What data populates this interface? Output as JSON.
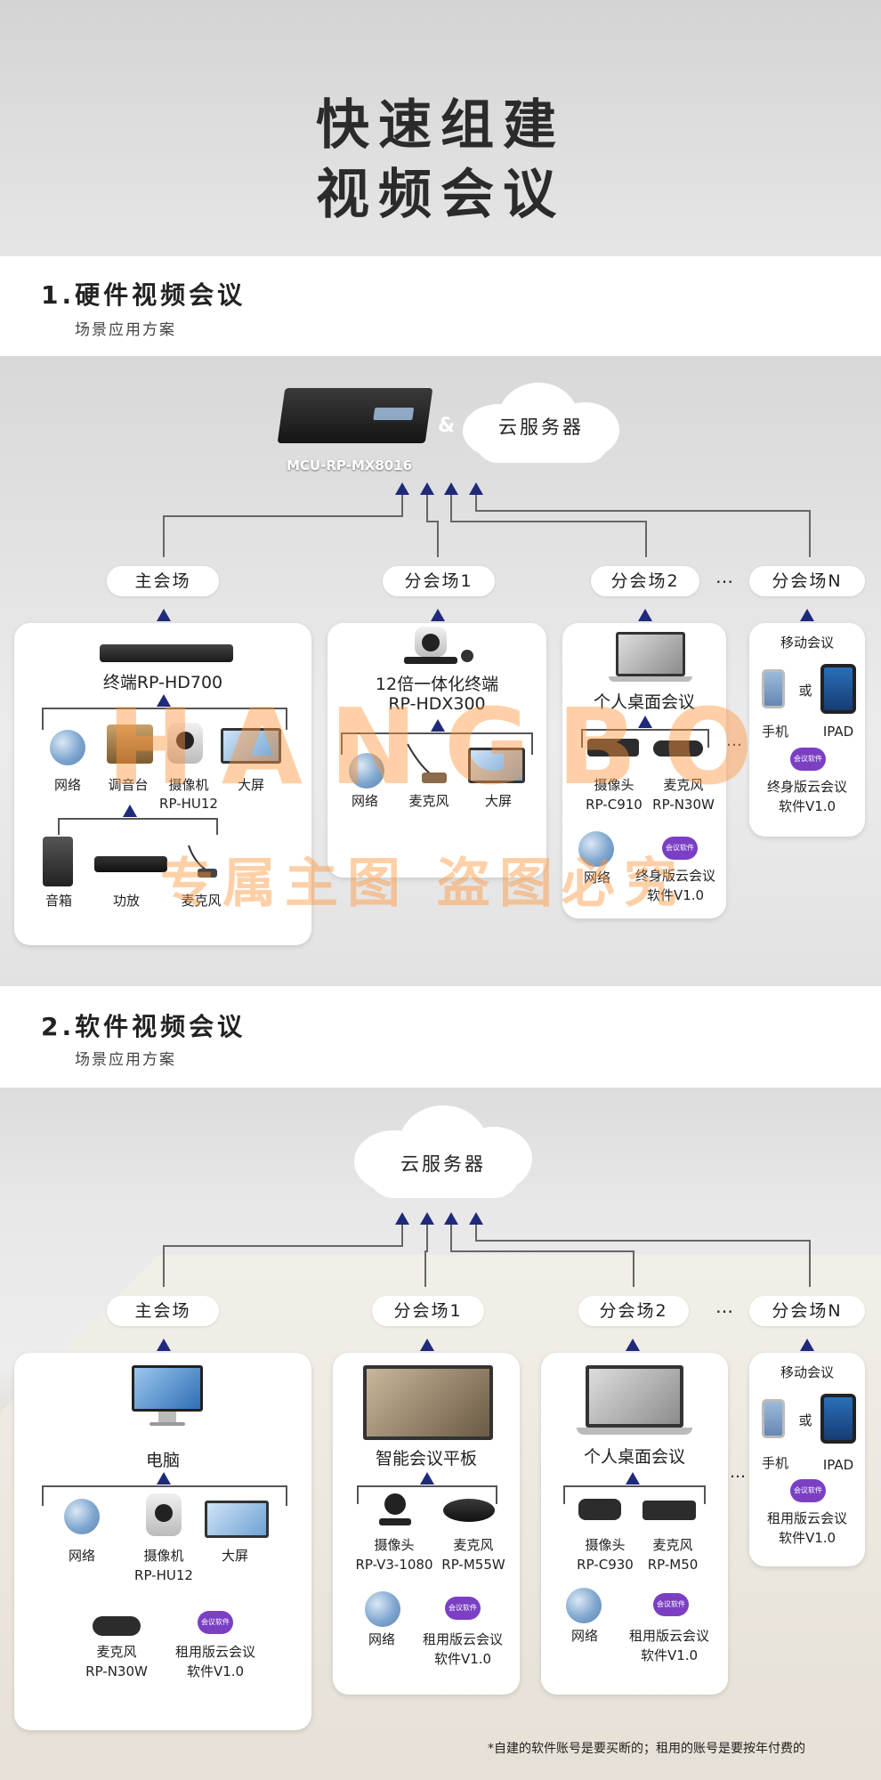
{
  "hero": {
    "title_line1": "快速组建",
    "title_line2": "视频会议"
  },
  "section1": {
    "title": "1.硬件视频会议",
    "subtitle": "场景应用方案",
    "mcu_label": "MCU-RP-MX8016",
    "amp": "&",
    "cloud_label": "云服务器",
    "sites": {
      "main": "主会场",
      "branch1": "分会场1",
      "branch2": "分会场2",
      "ellipsis": "…",
      "branchN": "分会场N"
    },
    "main_card": {
      "terminal": "终端RP-HD700",
      "devices_row1": [
        "网络",
        "调音台",
        "摄像机",
        "大屏"
      ],
      "camera_model": "RP-HU12",
      "devices_row2": [
        "音箱",
        "功放",
        "麦克风"
      ]
    },
    "branch1_card": {
      "title_line1": "12倍一体化终端",
      "title_line2": "RP-HDX300",
      "devices": [
        "网络",
        "麦克风",
        "大屏"
      ]
    },
    "branch2_card": {
      "title": "个人桌面会议",
      "camera": "摄像头",
      "camera_model": "RP-C910",
      "mic": "麦克风",
      "mic_model": "RP-N30W",
      "network": "网络",
      "software_line1": "终身版云会议",
      "software_line2": "软件V1.0"
    },
    "branchN_card": {
      "title": "移动会议",
      "phone": "手机",
      "or": "或",
      "ipad": "IPAD",
      "software_line1": "终身版云会议",
      "software_line2": "软件V1.0"
    },
    "watermark_brand": "HANGBO",
    "watermark_text": "专属主图  盗图必究"
  },
  "section2": {
    "title": "2.软件视频会议",
    "subtitle": "场景应用方案",
    "cloud_label": "云服务器",
    "sites": {
      "main": "主会场",
      "branch1": "分会场1",
      "branch2": "分会场2",
      "ellipsis": "…",
      "branchN": "分会场N"
    },
    "main_card": {
      "title": "电脑",
      "devices": [
        "网络",
        "摄像机",
        "大屏"
      ],
      "camera_model": "RP-HU12",
      "mic": "麦克风",
      "mic_model": "RP-N30W",
      "software_line1": "租用版云会议",
      "software_line2": "软件V1.0"
    },
    "branch1_card": {
      "title": "智能会议平板",
      "camera": "摄像头",
      "camera_model": "RP-V3-1080",
      "mic": "麦克风",
      "mic_model": "RP-M55W",
      "network": "网络",
      "software_line1": "租用版云会议",
      "software_line2": "软件V1.0"
    },
    "branch2_card": {
      "title": "个人桌面会议",
      "camera": "摄像头",
      "camera_model": "RP-C930",
      "mic": "麦克风",
      "mic_model": "RP-M50",
      "network": "网络",
      "software_line1": "租用版云会议",
      "software_line2": "软件V1.0"
    },
    "branchN_card": {
      "title": "移动会议",
      "phone": "手机",
      "or": "或",
      "ipad": "IPAD",
      "software_line1": "租用版云会议",
      "software_line2": "软件V1.0"
    },
    "footnote": "*自建的软件账号是要买断的；租用的账号是要按年付费的"
  },
  "icons": {
    "cloud_software": "会议软件",
    "arrow_color": "#1f2a7a"
  }
}
